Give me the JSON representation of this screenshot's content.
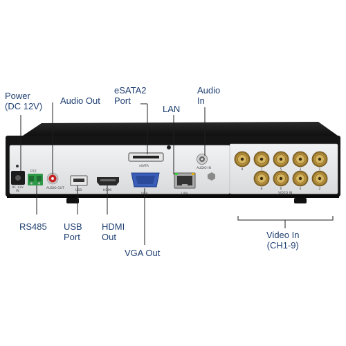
{
  "callouts": {
    "power": [
      "Power",
      "(DC 12V)"
    ],
    "audio_out": [
      "Audio Out"
    ],
    "esata2_port": [
      "eSATA2",
      "Port"
    ],
    "audio_in": [
      "Audio",
      "In"
    ],
    "lan": [
      "LAN"
    ],
    "rs485": [
      "RS485"
    ],
    "usb_port": [
      "USB",
      "Port"
    ],
    "hdmi_out": [
      "HDMI",
      "Out"
    ],
    "vga_out": [
      "VGA Out"
    ],
    "video_in": [
      "Video In",
      "(CH1-9)"
    ]
  },
  "panel_print": {
    "dc": "DC 12V",
    "in": "IN",
    "ptz": "PTZ",
    "audio_out": "AUDIO OUT",
    "usb": "USB",
    "hdmi": "HDMI",
    "vga": "VGA",
    "esata": "eSATA",
    "lan": "LAN",
    "audio_in": "AUDIO IN",
    "video_in": "VIDEO IN"
  },
  "bnc_numbers": [
    "9",
    "7",
    "5",
    "3",
    "1",
    "8",
    "6",
    "4",
    "2"
  ]
}
